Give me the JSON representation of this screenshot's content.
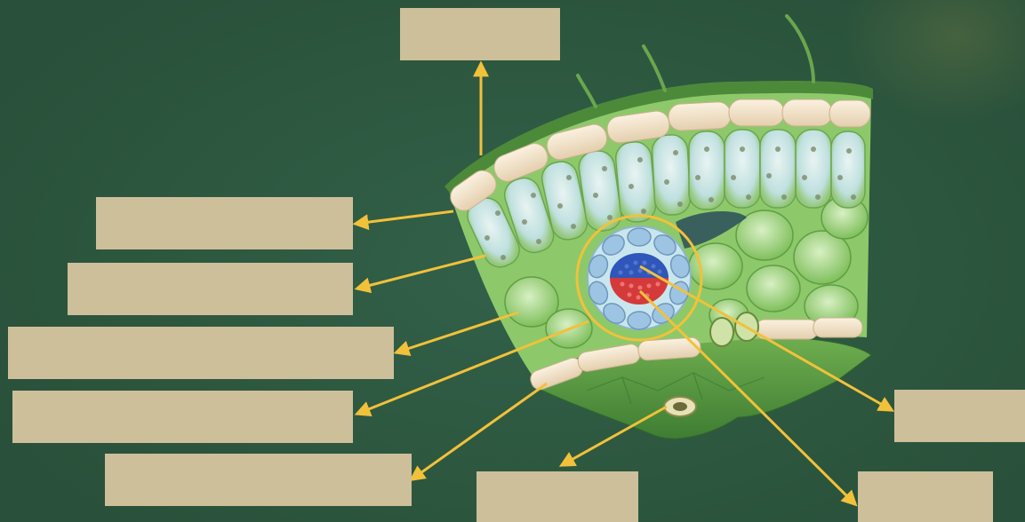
{
  "diagram": {
    "subject": "leaf-cross-section",
    "colors": {
      "background": "#2f5a42",
      "label_box": "#cdbf9a",
      "leader_line": "#f2c13a",
      "epidermis": "#f3e2c8",
      "mesophyll": "#a9d98c",
      "cell_interior": "#cfe6ea",
      "xylem": "#2f56b8",
      "phloem": "#d43a3a",
      "bundle_sheath": "#9ec4e4"
    },
    "labels": [
      {
        "id": "top",
        "text": ""
      },
      {
        "id": "left-1",
        "text": ""
      },
      {
        "id": "left-2",
        "text": ""
      },
      {
        "id": "left-3",
        "text": ""
      },
      {
        "id": "left-4",
        "text": ""
      },
      {
        "id": "left-5",
        "text": ""
      },
      {
        "id": "bottom-middle",
        "text": ""
      },
      {
        "id": "right-1",
        "text": ""
      },
      {
        "id": "right-2",
        "text": ""
      }
    ]
  }
}
